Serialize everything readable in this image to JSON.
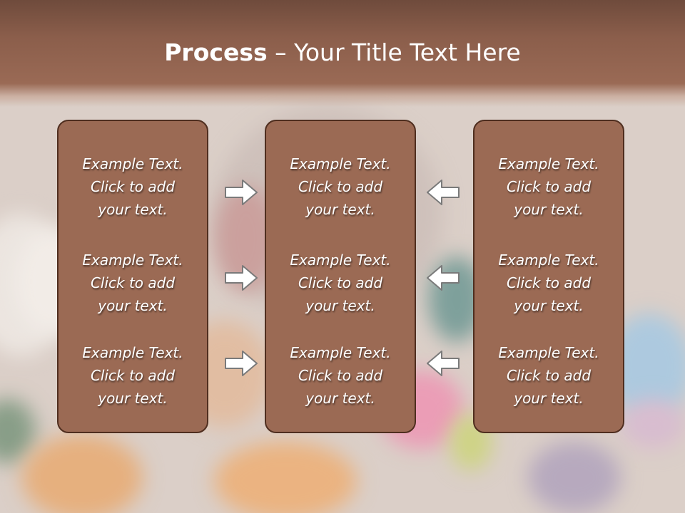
{
  "title": {
    "bold": "Process",
    "rest": " – Your Title Text Here"
  },
  "colors": {
    "title_bar": "#8b5e4b",
    "card_fill": "#9b6a54",
    "card_border": "#4f2e1f",
    "arrow_fill": "#ffffff",
    "arrow_stroke": "#7a7a7a"
  },
  "columns": [
    {
      "items": [
        {
          "line1": "Example Text.",
          "line2": "Click  to add",
          "line3": "your text."
        },
        {
          "line1": "Example Text.",
          "line2": "Click  to add",
          "line3": "your text."
        },
        {
          "line1": "Example Text.",
          "line2": "Click  to add",
          "line3": "your text."
        }
      ]
    },
    {
      "items": [
        {
          "line1": "Example Text.",
          "line2": "Click  to add",
          "line3": "your text."
        },
        {
          "line1": "Example Text.",
          "line2": "Click  to add",
          "line3": "your text."
        },
        {
          "line1": "Example Text.",
          "line2": "Click  to add",
          "line3": "your text."
        }
      ]
    },
    {
      "items": [
        {
          "line1": "Example Text.",
          "line2": "Click  to add",
          "line3": "your text."
        },
        {
          "line1": "Example Text.",
          "line2": "Click  to add",
          "line3": "your text."
        },
        {
          "line1": "Example Text.",
          "line2": "Click  to add",
          "line3": "your text."
        }
      ]
    }
  ],
  "arrows": {
    "left": [
      "arrow-right-icon",
      "arrow-right-icon",
      "arrow-right-icon"
    ],
    "right": [
      "arrow-left-icon",
      "arrow-left-icon",
      "arrow-left-icon"
    ]
  }
}
